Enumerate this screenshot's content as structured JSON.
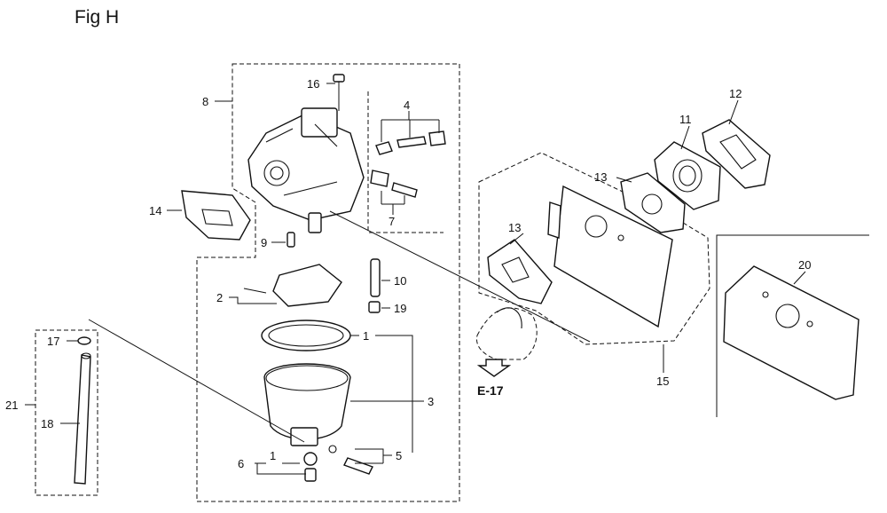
{
  "figure": {
    "title": "Fig H"
  },
  "callouts": {
    "p1a": "1",
    "p1b": "1",
    "p2": "2",
    "p3": "3",
    "p4": "4",
    "p5": "5",
    "p6": "6",
    "p7": "7",
    "p8": "8",
    "p9": "9",
    "p10": "10",
    "p11": "11",
    "p12": "12",
    "p13a": "13",
    "p13b": "13",
    "p14": "14",
    "p15": "15",
    "p16": "16",
    "p17": "17",
    "p18": "18",
    "p19": "19",
    "p20": "20",
    "p21": "21"
  },
  "reference": {
    "label": "E-17"
  }
}
